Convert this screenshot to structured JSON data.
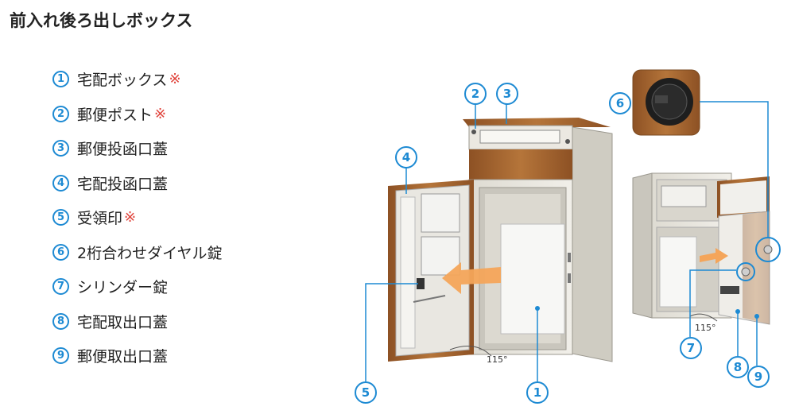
{
  "title": "前入れ後ろ出しボックス",
  "legend": [
    {
      "num": "1",
      "label": "宅配ボックス",
      "note": "※"
    },
    {
      "num": "2",
      "label": "郵便ポスト",
      "note": "※"
    },
    {
      "num": "3",
      "label": "郵便投函口蓋",
      "note": ""
    },
    {
      "num": "4",
      "label": "宅配投函口蓋",
      "note": ""
    },
    {
      "num": "5",
      "label": "受領印",
      "note": "※"
    },
    {
      "num": "6",
      "label": "2桁合わせダイヤル錠",
      "note": ""
    },
    {
      "num": "7",
      "label": "シリンダー錠",
      "note": ""
    },
    {
      "num": "8",
      "label": "宅配取出口蓋",
      "note": ""
    },
    {
      "num": "9",
      "label": "郵便取出口蓋",
      "note": ""
    }
  ],
  "callouts": [
    "1",
    "2",
    "3",
    "4",
    "5",
    "6",
    "7",
    "8",
    "9"
  ],
  "angles": {
    "front": "115°",
    "back": "115°"
  },
  "colors": {
    "accent": "#1d8ad3",
    "note": "#e0423a",
    "wood": "#a9692f",
    "body": "#e9e6de"
  }
}
